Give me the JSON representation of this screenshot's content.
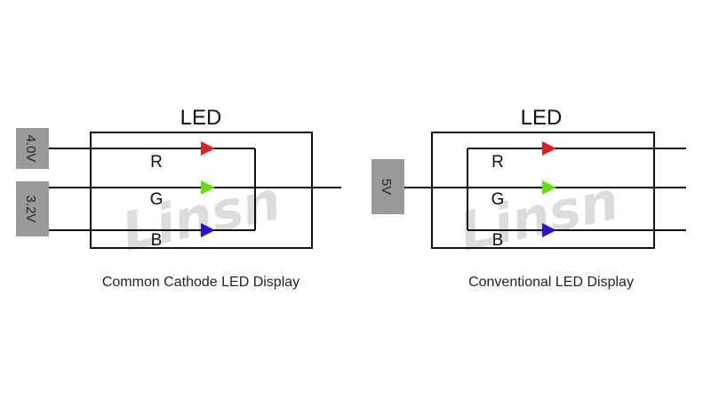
{
  "left_diagram": {
    "box_title": "LED",
    "channels": [
      "R",
      "G",
      "B"
    ],
    "voltages": [
      "4.0V",
      "3.2V"
    ],
    "caption": "Common Cathode LED Display"
  },
  "right_diagram": {
    "box_title": "LED",
    "channels": [
      "R",
      "G",
      "B"
    ],
    "voltage": "5V",
    "caption": "Conventional LED Display"
  },
  "watermark": "Linsn",
  "colors": {
    "red": "#e02020",
    "green": "#66dd11",
    "blue": "#2a12c8",
    "voltage_box": "#9a9a9a"
  }
}
